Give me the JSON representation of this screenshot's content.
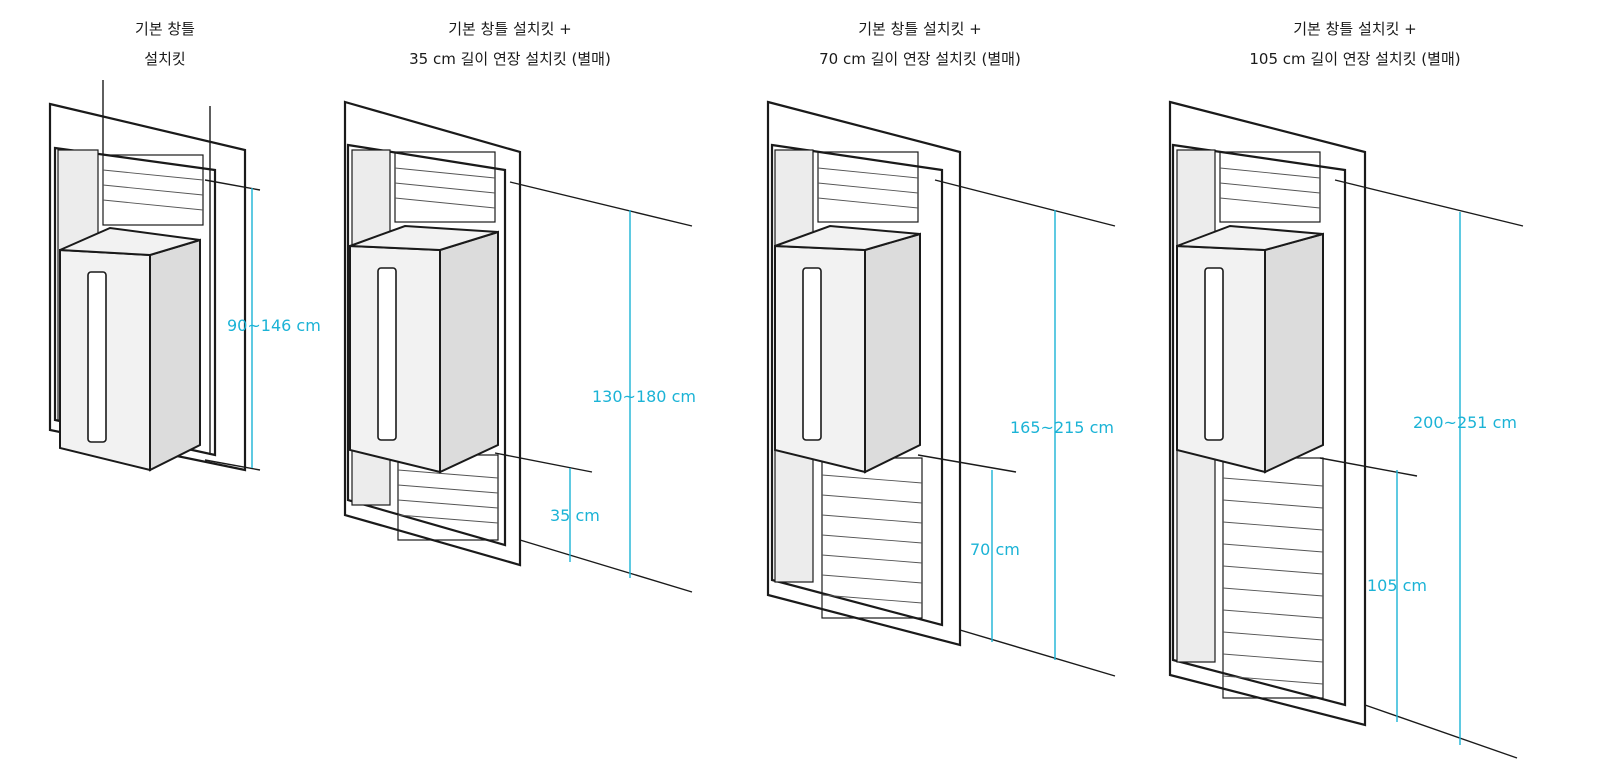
{
  "panels": [
    {
      "caption_line1": "기본 창틀",
      "caption_line2": "설치킷",
      "total_label": "90~146 cm",
      "extension_label": ""
    },
    {
      "caption_line1": "기본 창틀 설치킷 +",
      "caption_line2": "35 cm 길이 연장 설치킷 (별매)",
      "total_label": "130~180 cm",
      "extension_label": "35 cm"
    },
    {
      "caption_line1": "기본 창틀 설치킷 +",
      "caption_line2": "70 cm 길이 연장 설치킷 (별매)",
      "total_label": "165~215 cm",
      "extension_label": "70 cm"
    },
    {
      "caption_line1": "기본 창틀 설치킷 +",
      "caption_line2": "105 cm 길이 연장 설치킷 (별매)",
      "total_label": "200~251 cm",
      "extension_label": "105 cm"
    }
  ],
  "colors": {
    "dimension": "#1bb3d6",
    "outline": "#1a1a1a"
  }
}
